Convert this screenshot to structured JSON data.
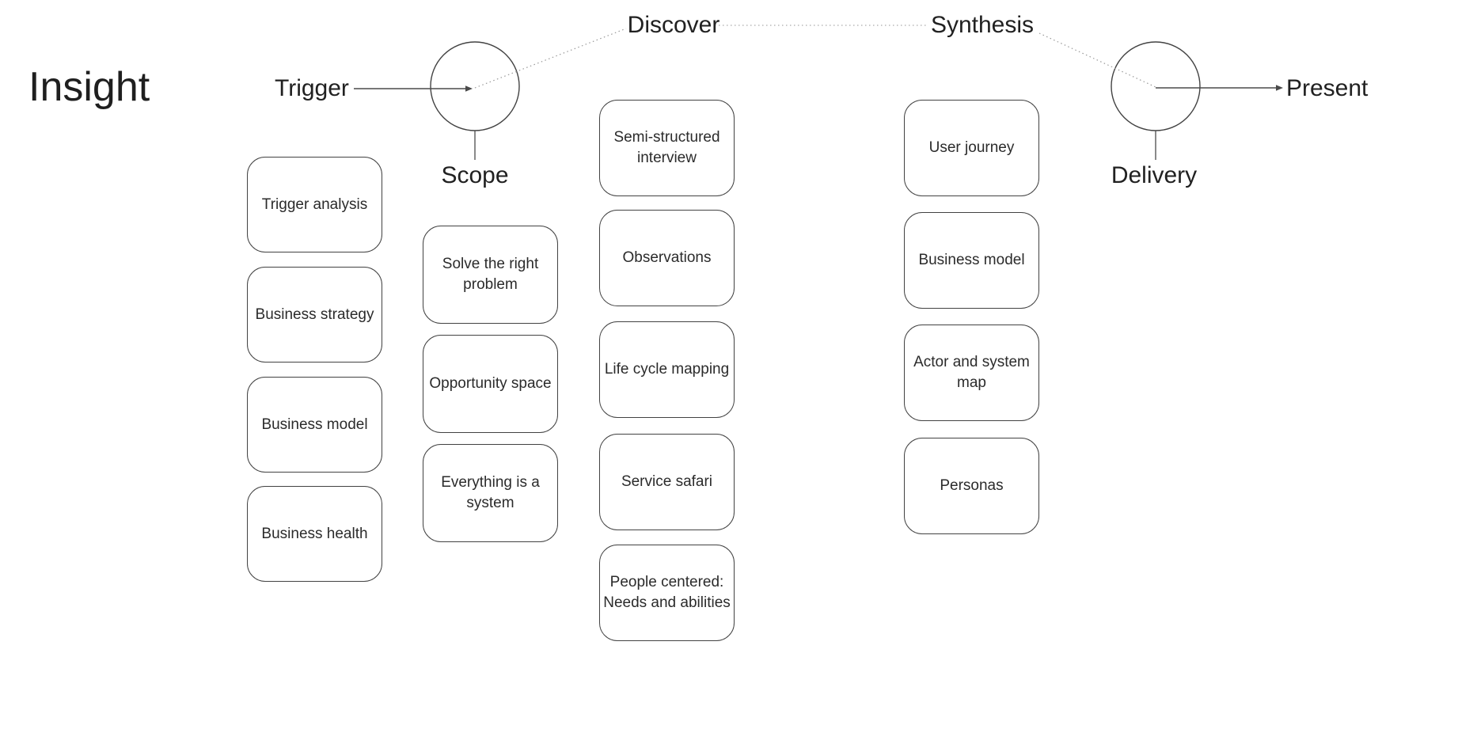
{
  "title": "Insight",
  "phases": {
    "trigger": "Trigger",
    "discover": "Discover",
    "synthesis": "Synthesis",
    "present": "Present",
    "scope": "Scope",
    "delivery": "Delivery"
  },
  "columns": [
    {
      "name": "trigger-methods",
      "boxes": [
        "Trigger analysis",
        "Business strategy",
        "Business model",
        "Business health"
      ]
    },
    {
      "name": "scope-methods",
      "boxes": [
        "Solve the right problem",
        "Opportunity space",
        "Everything is a system"
      ]
    },
    {
      "name": "discover-methods",
      "boxes": [
        "Semi-structured interview",
        "Observations",
        "Life cycle mapping",
        "Service safari",
        "People centered: Needs and abilities"
      ]
    },
    {
      "name": "synthesis-methods",
      "boxes": [
        "User journey",
        "Business model",
        "Actor and system map",
        "Personas"
      ]
    }
  ],
  "colors": {
    "background": "#ffffff",
    "box_border": "#424242",
    "text": "#212121",
    "solid_line": "#4a4a4a",
    "dotted_line": "#9e9e9e"
  }
}
